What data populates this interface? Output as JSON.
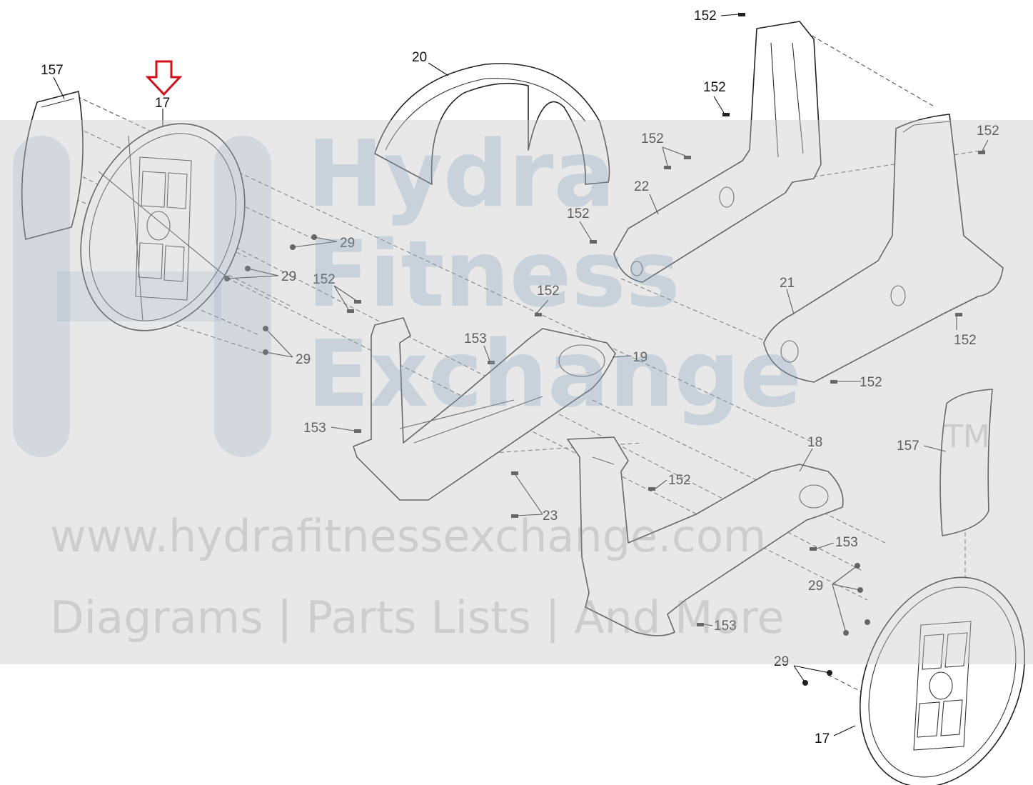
{
  "callouts": {
    "c_157_a": "157",
    "c_17_a": "17",
    "c_20": "20",
    "c_152_a": "152",
    "c_152_b": "152",
    "c_152_c": "152",
    "c_152_d": "152",
    "c_22": "22",
    "c_152_e": "152",
    "c_29_a": "29",
    "c_29_b": "29",
    "c_152_f": "152",
    "c_152_g": "152",
    "c_21": "21",
    "c_152_h": "152",
    "c_153_a": "153",
    "c_19": "19",
    "c_29_c": "29",
    "c_152_i": "152",
    "c_153_b": "153",
    "c_18": "18",
    "c_157_b": "157",
    "c_152_j": "152",
    "c_23": "23",
    "c_153_c": "153",
    "c_29_d": "29",
    "c_153_d": "153",
    "c_29_e": "29",
    "c_17_b": "17"
  },
  "watermark": {
    "brand_lines": [
      "Hydra",
      "Fitness",
      "Exchange"
    ],
    "trademark": "TM",
    "url": "www.hydrafitnessexchange.com",
    "tagline": "Diagrams | Parts Lists | And More"
  },
  "colors": {
    "highlight_arrow": "#d0111b",
    "line": "#222222",
    "watermark_band": "#c8c8c8"
  },
  "icons": {
    "highlight": "down-arrow-icon"
  }
}
